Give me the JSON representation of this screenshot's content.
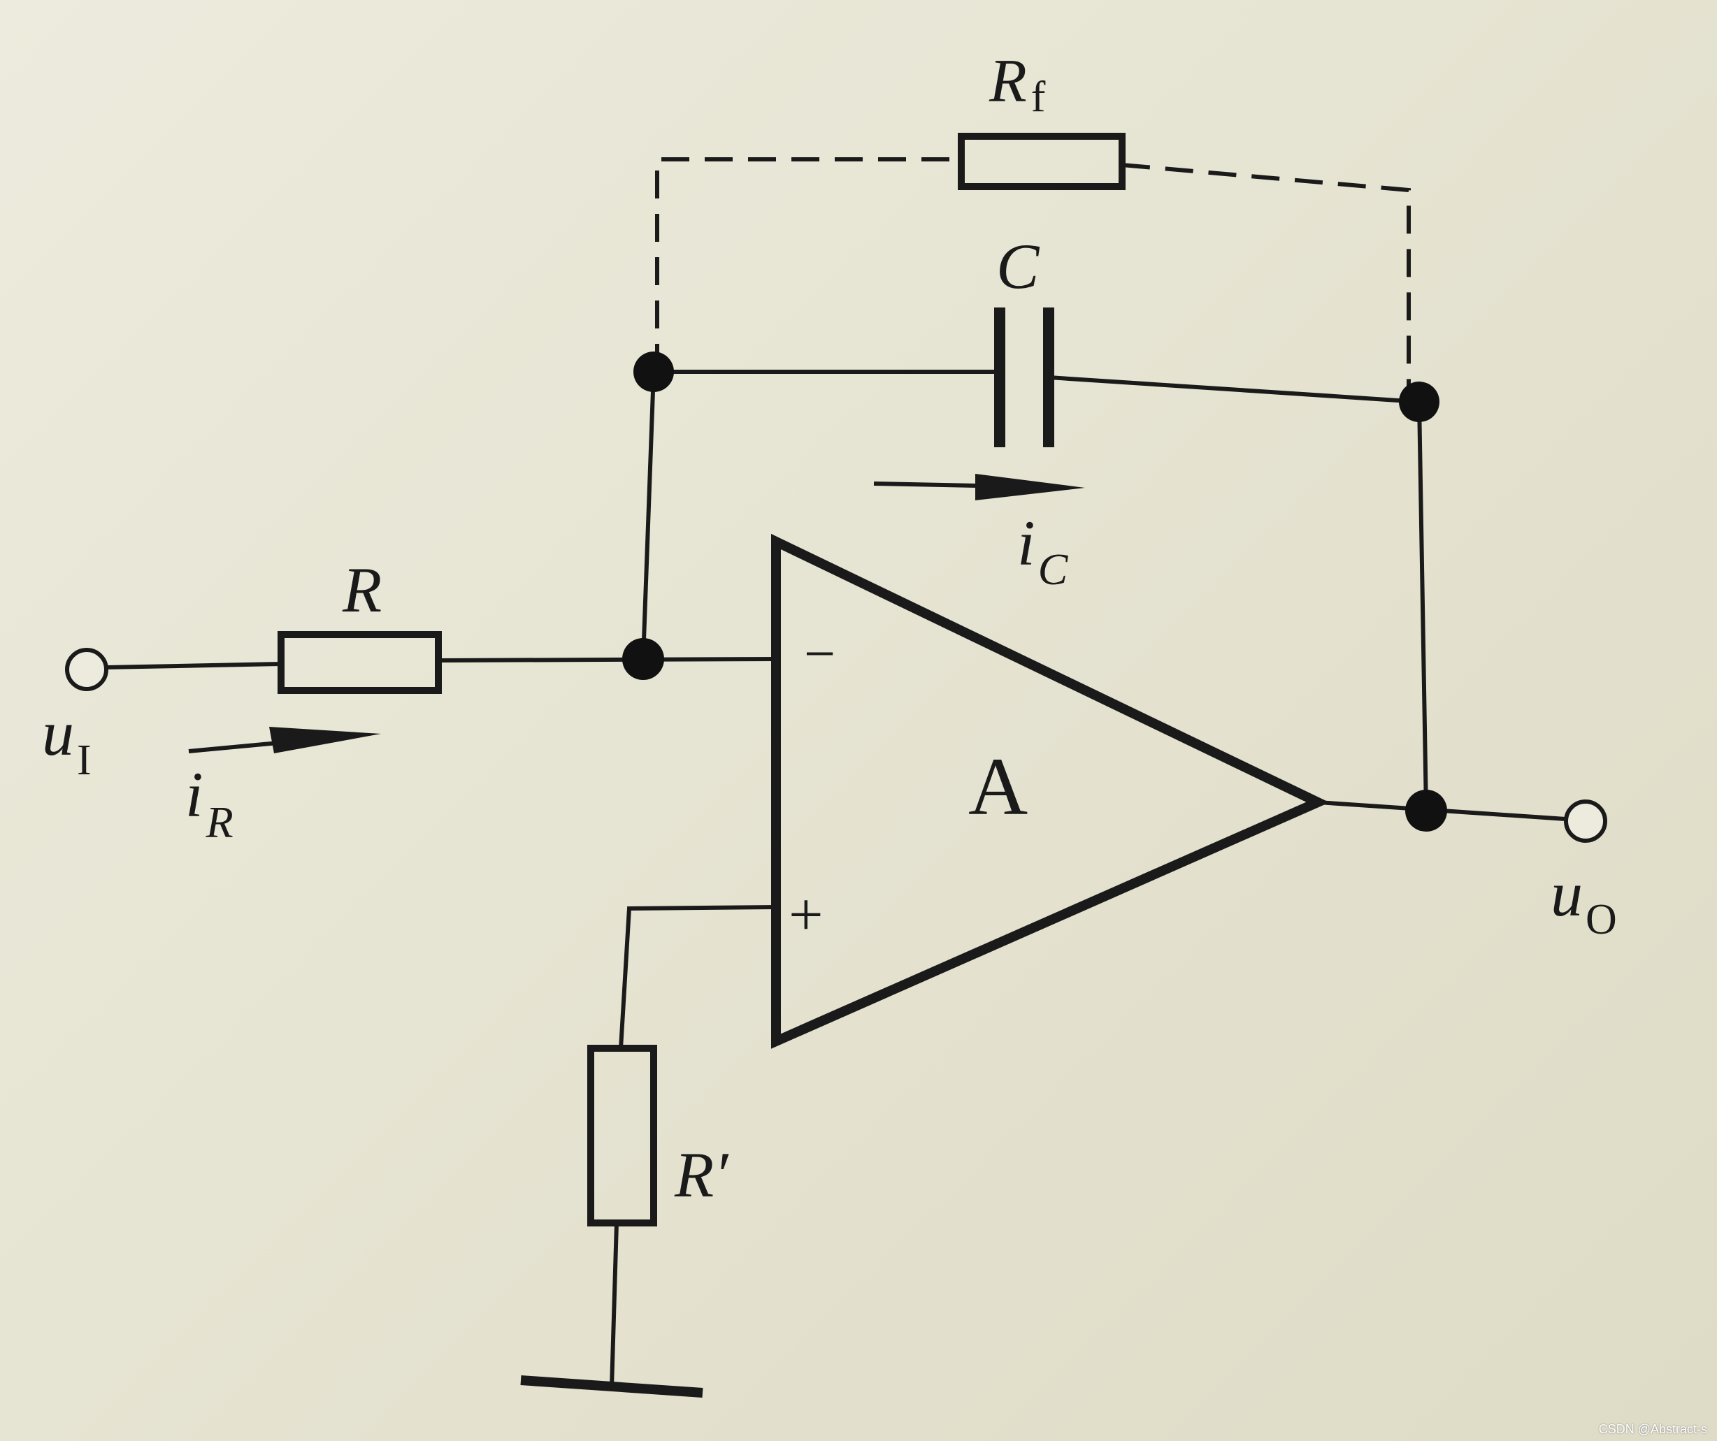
{
  "labels": {
    "rf_main": "R",
    "rf_sub": "f",
    "c": "C",
    "ic_main": "i",
    "ic_sub": "C",
    "r": "R",
    "ir_main": "i",
    "ir_sub": "R",
    "ui_main": "u",
    "ui_sub": "I",
    "uo_main": "u",
    "uo_sub": "O",
    "amp": "A",
    "minus": "−",
    "plus": "+",
    "r_prime": "R′"
  },
  "watermark": "CSDN @Abstract-s"
}
